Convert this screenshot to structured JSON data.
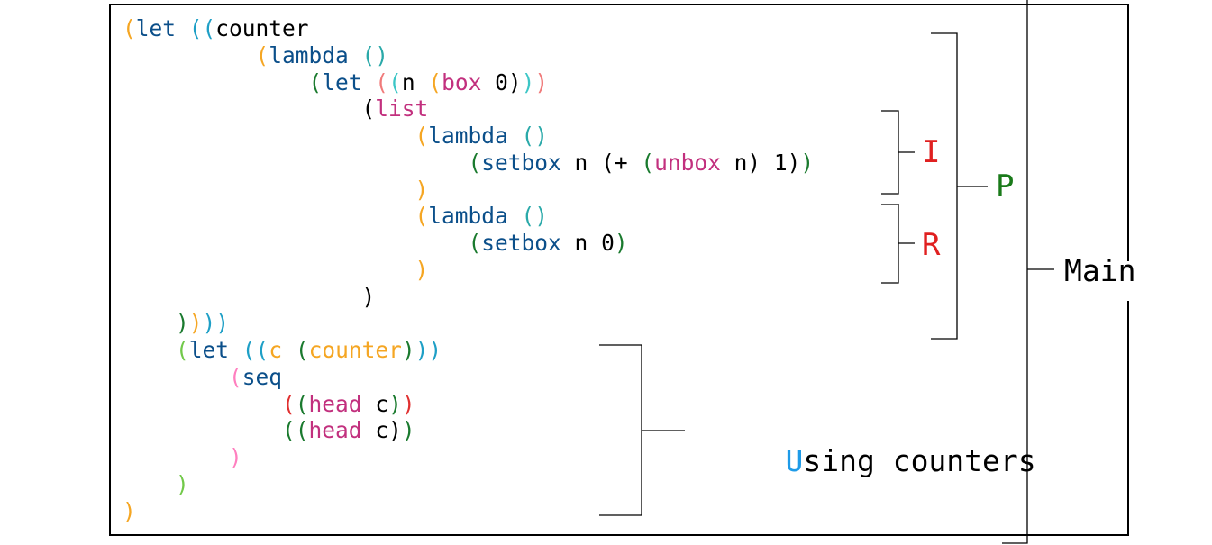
{
  "code_lines": [
    [
      [
        "(",
        "#f5a623"
      ],
      [
        "let ",
        "#0b4f8a"
      ],
      [
        "((",
        "#1e9fc6"
      ],
      [
        "counter",
        "#000000"
      ]
    ],
    [
      [
        "          ",
        "#000000"
      ],
      [
        "(",
        "#f5a623"
      ],
      [
        "lambda ",
        "#0b4f8a"
      ],
      [
        "()",
        "#2aa9a9"
      ]
    ],
    [
      [
        "              ",
        "#000000"
      ],
      [
        "(",
        "#1a7a2e"
      ],
      [
        "let ",
        "#0b4f8a"
      ],
      [
        "(",
        "#f07a7a"
      ],
      [
        "(",
        "#3cc6c6"
      ],
      [
        "n ",
        "#000000"
      ],
      [
        "(",
        "#f5a623"
      ],
      [
        "box ",
        "#c2307e"
      ],
      [
        "0",
        "#000000"
      ],
      [
        ")",
        "#000000"
      ],
      [
        ")",
        "#3cc6c6"
      ],
      [
        ")",
        "#f07a7a"
      ]
    ],
    [
      [
        "                  ",
        "#000000"
      ],
      [
        "(",
        "#000000"
      ],
      [
        "list",
        "#c2307e"
      ]
    ],
    [
      [
        "                      ",
        "#000000"
      ],
      [
        "(",
        "#f5a623"
      ],
      [
        "lambda ",
        "#0b4f8a"
      ],
      [
        "()",
        "#2aa9a9"
      ]
    ],
    [
      [
        "                          ",
        "#000000"
      ],
      [
        "(",
        "#1a7a2e"
      ],
      [
        "setbox ",
        "#0b4f8a"
      ],
      [
        "n ",
        "#000000"
      ],
      [
        "(+ ",
        "#000000"
      ],
      [
        "(",
        "#1a7a2e"
      ],
      [
        "unbox ",
        "#c2307e"
      ],
      [
        "n",
        "#000000"
      ],
      [
        ") ",
        "#000000"
      ],
      [
        "1",
        "#000000"
      ],
      [
        ")",
        "#000000"
      ],
      [
        ")",
        "#1a7a2e"
      ]
    ],
    [
      [
        "                      ",
        "#000000"
      ],
      [
        ")",
        "#f5a623"
      ]
    ],
    [
      [
        "                      ",
        "#000000"
      ],
      [
        "(",
        "#f5a623"
      ],
      [
        "lambda ",
        "#0b4f8a"
      ],
      [
        "()",
        "#2aa9a9"
      ]
    ],
    [
      [
        "                          ",
        "#000000"
      ],
      [
        "(",
        "#1a7a2e"
      ],
      [
        "setbox ",
        "#0b4f8a"
      ],
      [
        "n ",
        "#000000"
      ],
      [
        "0",
        "#000000"
      ],
      [
        ")",
        "#1a7a2e"
      ]
    ],
    [
      [
        "                      ",
        "#000000"
      ],
      [
        ")",
        "#f5a623"
      ]
    ],
    [
      [
        "                  ",
        "#000000"
      ],
      [
        ")",
        "#000000"
      ]
    ],
    [
      [
        "    ",
        "#000000"
      ],
      [
        ")",
        "#1a7a2e"
      ],
      [
        ")",
        "#f5a623"
      ],
      [
        ")",
        "#1e9fc6"
      ],
      [
        ")",
        "#1e9fc6"
      ]
    ],
    [
      [
        "    ",
        "#000000"
      ],
      [
        "(",
        "#72c94a"
      ],
      [
        "let ",
        "#0b4f8a"
      ],
      [
        "((",
        "#1e9fc6"
      ],
      [
        "c ",
        "#f5a623"
      ],
      [
        "(",
        "#1a7a2e"
      ],
      [
        "counter",
        "#f5a623"
      ],
      [
        ")",
        "#1a7a2e"
      ],
      [
        ")",
        "#1e9fc6"
      ],
      [
        ")",
        "#1e9fc6"
      ]
    ],
    [
      [
        "        ",
        "#000000"
      ],
      [
        "(",
        "#ff7fbf"
      ],
      [
        "seq",
        "#0b4f8a"
      ]
    ],
    [
      [
        "            ",
        "#000000"
      ],
      [
        "(",
        "#e03030"
      ],
      [
        "(",
        "#1a7a2e"
      ],
      [
        "head ",
        "#c2307e"
      ],
      [
        "c",
        "#000000"
      ],
      [
        ")",
        "#1a7a2e"
      ],
      [
        ")",
        "#e03030"
      ]
    ],
    [
      [
        "            ",
        "#000000"
      ],
      [
        "(",
        "#1a7a2e"
      ],
      [
        "(",
        "#1a7a2e"
      ],
      [
        "head ",
        "#c2307e"
      ],
      [
        "c",
        "#000000"
      ],
      [
        ")",
        "#000000"
      ],
      [
        ")",
        "#1a7a2e"
      ]
    ],
    [
      [
        "        ",
        "#000000"
      ],
      [
        ")",
        "#ff7fbf"
      ]
    ],
    [
      [
        "    ",
        "#000000"
      ],
      [
        ")",
        "#72c94a"
      ]
    ],
    [
      [
        ")",
        "#f5a623"
      ]
    ]
  ],
  "labels": {
    "I": {
      "text": "I",
      "color": "#e02020"
    },
    "R": {
      "text": "R",
      "color": "#e02020"
    },
    "P": {
      "text": "P",
      "color": "#1a7a1a"
    },
    "main": {
      "text": "Main",
      "color": "#000000"
    },
    "using_first": {
      "text": "U",
      "color": "#1e9be8"
    },
    "using_rest": {
      "text": "sing counters",
      "color": "#000000"
    }
  }
}
